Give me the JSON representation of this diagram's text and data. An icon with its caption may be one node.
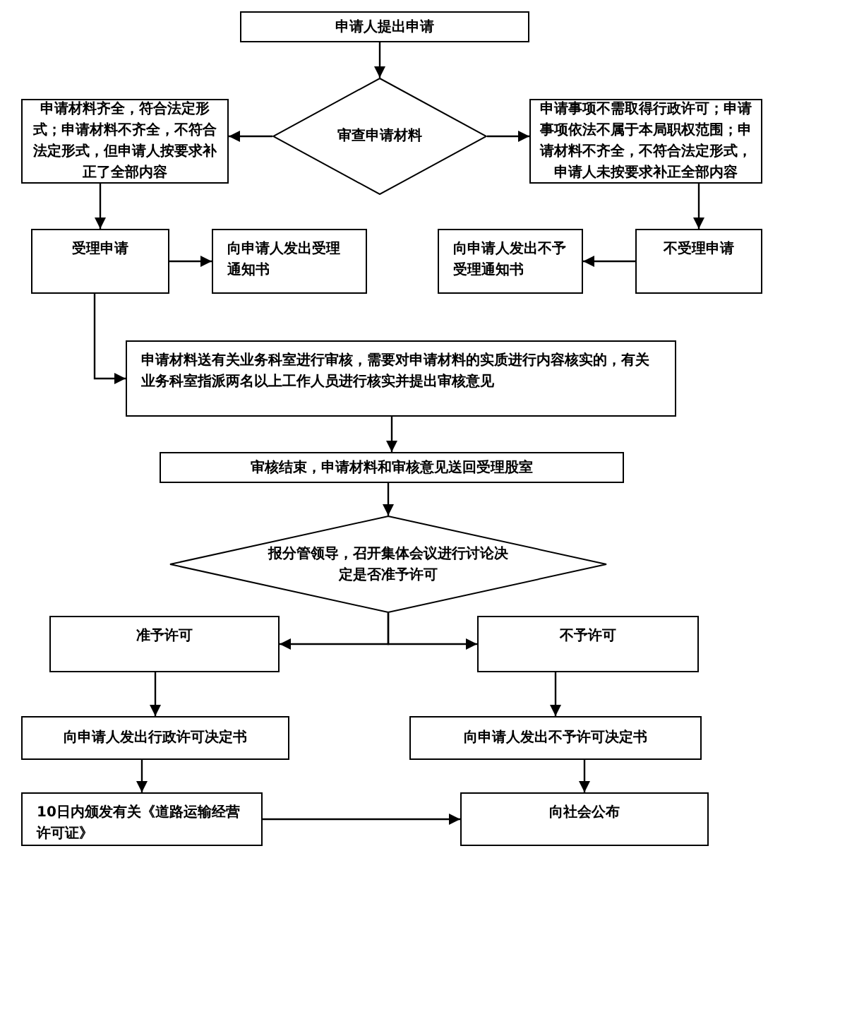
{
  "diagram": {
    "nodes": [
      {
        "text": [
          "申请人提出申请"
        ]
      },
      {
        "text": [
          "审查申请材料"
        ]
      },
      {
        "text": [
          "申请材料齐全，符合法定形式；申请材料不齐全，不符合法定形式，但申请人按要求补正了全部内容"
        ]
      },
      {
        "text": [
          "申请事项不需取得行政许可；申请事项依法不属于本局职权范围；申请材料不齐全，不符合法定形式，申请人未按要求补正全部内容"
        ]
      },
      {
        "text": [
          "受理申请"
        ]
      },
      {
        "text": [
          "向申请人发出受理通知书"
        ]
      },
      {
        "text": [
          "向申请人发出不予受理通知书"
        ]
      },
      {
        "text": [
          "不受理申请"
        ]
      },
      {
        "text": [
          "申请材料送有关业务科室进行审核，需要对申请材料的实质进行内容核实的，有关业务科室指派两名以上工作人员进行核实并提出审核意见"
        ]
      },
      {
        "text": [
          "审核结束，申请材料和审核意见送回受理股室"
        ]
      },
      {
        "text": [
          "报分管领导，召开集体会议进行讨论决定是否准予许可"
        ]
      },
      {
        "text": [
          "准予许可"
        ]
      },
      {
        "text": [
          "不予许可"
        ]
      },
      {
        "text": [
          "向申请人发出行政许可决定书"
        ]
      },
      {
        "text": [
          "向申请人发出不予许可决定书"
        ]
      },
      {
        "text": [
          "10日内颁发有关《道路运输经营许可证》"
        ]
      },
      {
        "text": [
          "向社会公布"
        ]
      }
    ],
    "edges": [
      {
        "from": 0,
        "to": 1,
        "arrow": "to"
      },
      {
        "from": 1,
        "to": 2,
        "arrow": "to"
      },
      {
        "from": 1,
        "to": 3,
        "arrow": "to"
      },
      {
        "from": 2,
        "to": 4,
        "arrow": "to"
      },
      {
        "from": 3,
        "to": 7,
        "arrow": "to"
      },
      {
        "from": 4,
        "to": 5,
        "arrow": "to"
      },
      {
        "from": 7,
        "to": 6,
        "arrow": "to"
      },
      {
        "from": 4,
        "to": 8,
        "arrow": "to"
      },
      {
        "from": 8,
        "to": 9,
        "arrow": "to"
      },
      {
        "from": 9,
        "to": 10,
        "arrow": "to"
      },
      {
        "from": 10,
        "to": 11,
        "arrow": "to"
      },
      {
        "from": 10,
        "to": 12,
        "arrow": "to"
      },
      {
        "from": 11,
        "to": 13,
        "arrow": "to"
      },
      {
        "from": 12,
        "to": 14,
        "arrow": "to"
      },
      {
        "from": 13,
        "to": 15,
        "arrow": "to"
      },
      {
        "from": 14,
        "to": 16,
        "arrow": "to"
      },
      {
        "from": 15,
        "to": 16,
        "arrow": "to"
      }
    ]
  }
}
